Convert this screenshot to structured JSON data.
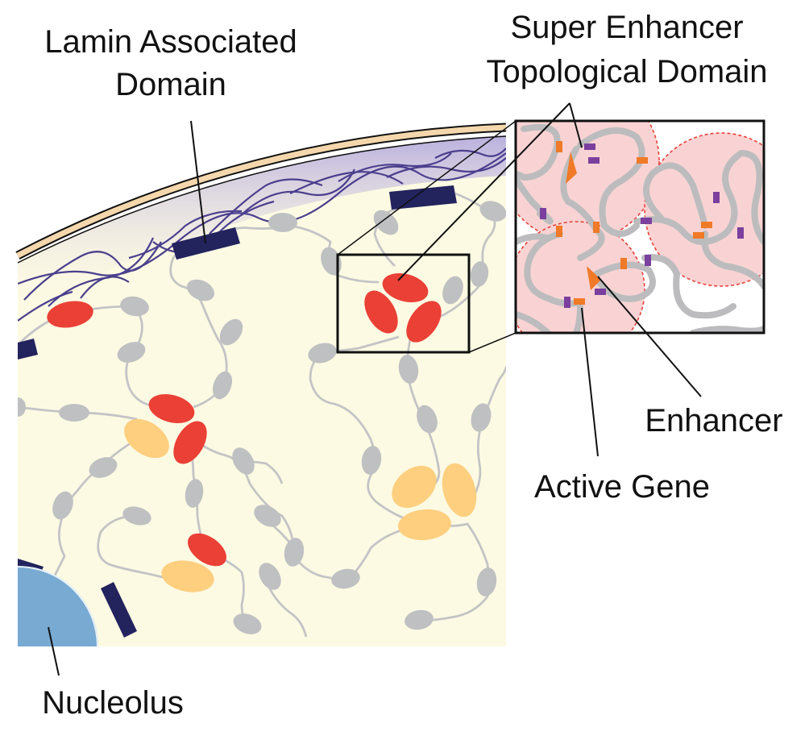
{
  "labels": {
    "lamin_line1": "Lamin Associated",
    "lamin_line2": "Domain",
    "super_line1": "Super Enhancer",
    "super_line2": "Topological Domain",
    "enhancer": "Enhancer",
    "active_gene": "Active Gene",
    "nucleolus": "Nucleolus"
  },
  "colors": {
    "nucleoplasm": "#fdfae3",
    "envelope": "#f4d7ac",
    "lamina_fill": "#c9c0e4",
    "lamin_fiber": "#4b3f8e",
    "lad_block": "#23235e",
    "chromatin_gray": "#bfc0c2",
    "enhancer_red": "#ea4036",
    "gene_orange_pale": "#fdcf7f",
    "nucleolus_blue": "#78aad2",
    "domain_pink": "#f9d3d3",
    "domain_border_red": "#e8403a",
    "enhancer_mark_orange": "#f07a27",
    "gene_mark_purple": "#7b3f9e",
    "text": "#111111"
  }
}
